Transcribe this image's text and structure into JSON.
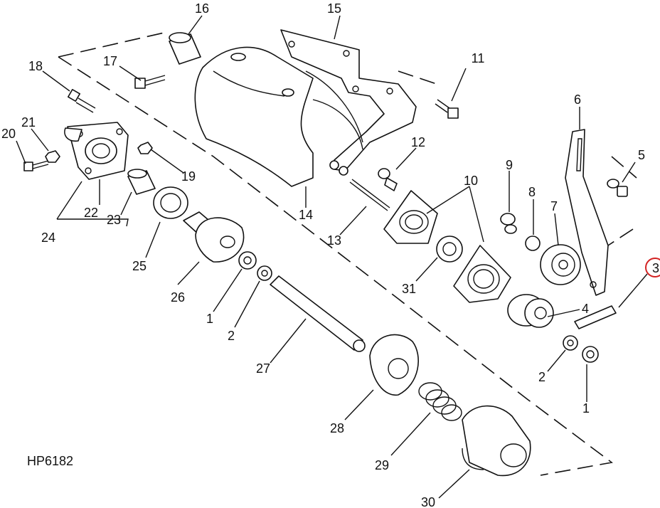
{
  "figure_code": "HP6182",
  "callouts": {
    "c1a": "1",
    "c1b": "1",
    "c2a": "2",
    "c2b": "2",
    "c3": "3",
    "c4": "4",
    "c5": "5",
    "c6": "6",
    "c7": "7",
    "c8": "8",
    "c9": "9",
    "c10": "10",
    "c11": "11",
    "c12": "12",
    "c13": "13",
    "c14": "14",
    "c15": "15",
    "c16": "16",
    "c17": "17",
    "c18": "18",
    "c19": "19",
    "c20": "20",
    "c21": "21",
    "c22": "22",
    "c23": "23",
    "c24": "24",
    "c25": "25",
    "c26": "26",
    "c27": "27",
    "c28": "28",
    "c29": "29",
    "c30": "30",
    "c31": "31"
  },
  "highlight_color": "#d32222"
}
